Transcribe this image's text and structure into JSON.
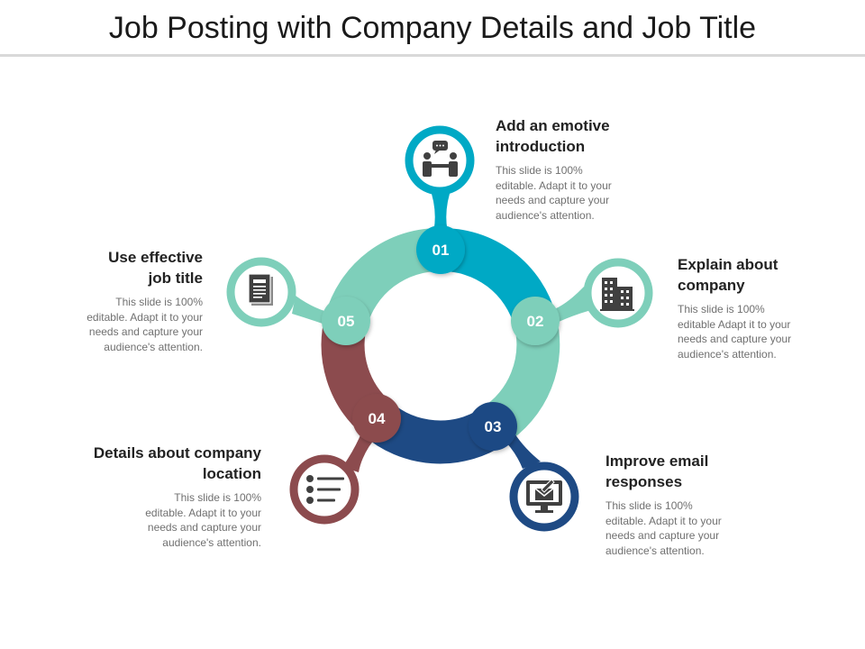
{
  "title": "Job Posting with Company Details and Job Title",
  "colors": {
    "teal": "#00a9c5",
    "mint": "#7ecfba",
    "navy": "#1e4a84",
    "maroon": "#8c4b4e",
    "icon": "#404040",
    "rule": "#d9d9d9"
  },
  "steps": [
    {
      "number": "01",
      "heading_line1": "Add an emotive",
      "heading_line2": "introduction",
      "body": [
        "This slide is 100%",
        "editable.  Adapt it to your",
        "needs and capture your",
        "audience's attention."
      ],
      "icon": "handshake-chat-icon"
    },
    {
      "number": "02",
      "heading_line1": "Explain about",
      "heading_line2": "company",
      "body": [
        "This slide is 100%",
        "editable Adapt it to your",
        "needs and capture your",
        "audience's attention."
      ],
      "icon": "office-building-icon"
    },
    {
      "number": "03",
      "heading_line1": "Improve email",
      "heading_line2": "responses",
      "body": [
        "This slide is 100%",
        "editable.  Adapt it to your",
        "needs and capture your",
        "audience's attention."
      ],
      "icon": "computer-mail-icon"
    },
    {
      "number": "04",
      "heading_line1": "Details about company",
      "heading_line2": "location",
      "body": [
        "This slide is 100%",
        "editable.  Adapt it to your",
        "needs and capture your",
        "audience's attention."
      ],
      "icon": "list-icon"
    },
    {
      "number": "05",
      "heading_line1": "Use effective",
      "heading_line2": "job title",
      "body": [
        "This slide is 100%",
        "editable.  Adapt it to your",
        "needs and capture your",
        "audience's attention."
      ],
      "icon": "document-icon"
    }
  ]
}
